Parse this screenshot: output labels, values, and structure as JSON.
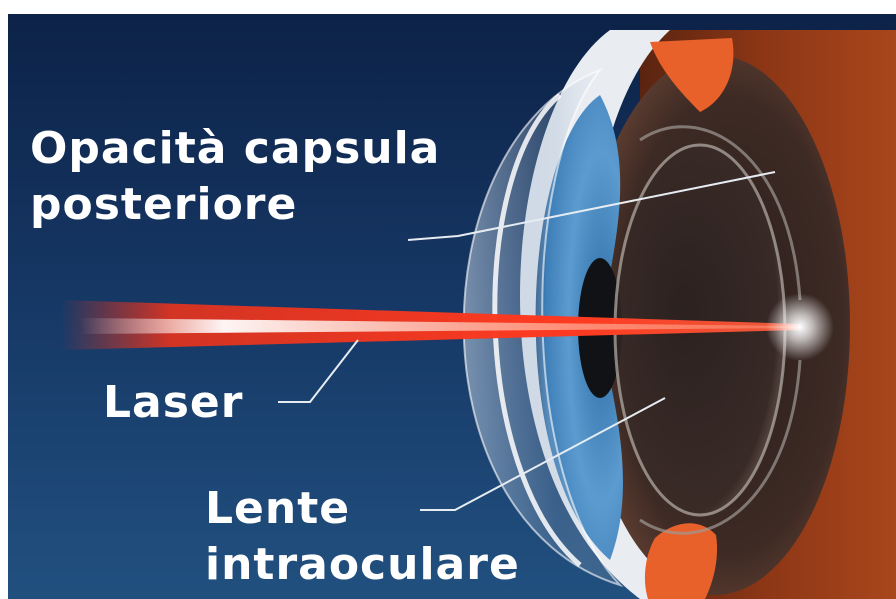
{
  "labels": {
    "opacity_line1": "Opacità capsula",
    "opacity_line2": "posteriore",
    "laser": "Laser",
    "lens_line1": "Lente",
    "lens_line2": "intraoculare"
  },
  "colors": {
    "background_top": "#0e2449",
    "background_bottom": "#1f4b7f",
    "tissue": "#8a3414",
    "laser": "#e8331c",
    "iris": "#4e8fc4",
    "muscle": "#e8602a",
    "label_text": "#ffffff"
  }
}
